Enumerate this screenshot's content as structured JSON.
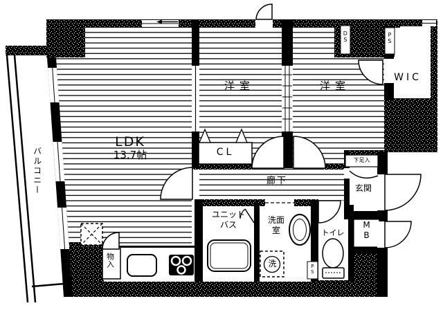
{
  "floorplan": {
    "balcony": "バルコニー",
    "ldk": {
      "name": "LDK",
      "area": "13.7帖"
    },
    "bedroom_left": "洋室",
    "bedroom_right": "洋室",
    "wic": "WIC",
    "closet": "CL",
    "hallway": "廊下",
    "entrance": "玄関",
    "shoe_cabinet": "下足入",
    "unit_bath": {
      "line1": "ユニット",
      "line2": "バス"
    },
    "washroom": {
      "line1": "洗面",
      "line2": "室"
    },
    "toilet": "トイレ",
    "storage": "物入",
    "meter_box": {
      "line1": "M",
      "line2": "B"
    },
    "duct_space": "DS",
    "pipe_space": "PS",
    "pipe_space_small": "PS",
    "washer": "洗",
    "colors": {
      "ink": "#000000",
      "paper": "#ffffff"
    }
  }
}
